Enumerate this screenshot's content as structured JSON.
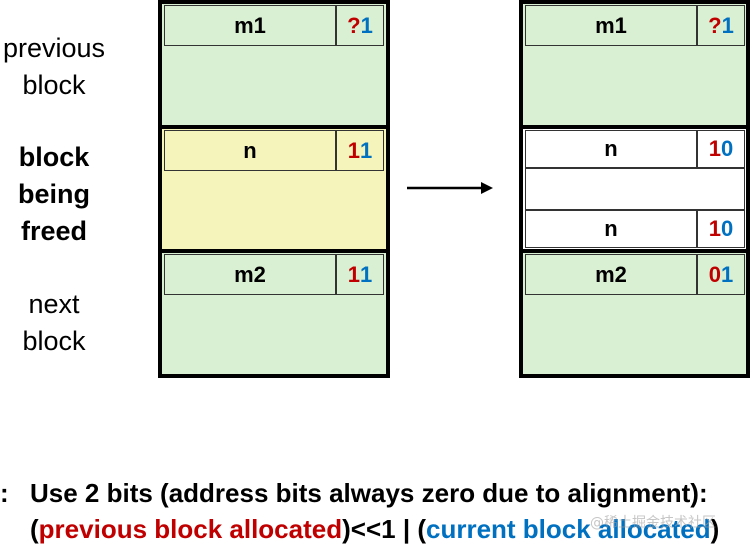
{
  "side_labels": {
    "previous": [
      "previous",
      "block"
    ],
    "freed": [
      "block",
      "being",
      "freed"
    ],
    "next": [
      "next",
      "block"
    ]
  },
  "left": {
    "m1": {
      "label": "m1",
      "bit_prev": "?",
      "bit_cur": "1"
    },
    "n": {
      "label": "n",
      "bit_prev": "1",
      "bit_cur": "1"
    },
    "m2": {
      "label": "m2",
      "bit_prev": "1",
      "bit_cur": "1"
    }
  },
  "right": {
    "m1": {
      "label": "m1",
      "bit_prev": "?",
      "bit_cur": "1"
    },
    "n_header": {
      "label": "n",
      "bit_prev": "1",
      "bit_cur": "0"
    },
    "n_footer": {
      "label": "n",
      "bit_prev": "1",
      "bit_cur": "0"
    },
    "m2": {
      "label": "m2",
      "bit_prev": "0",
      "bit_cur": "1"
    }
  },
  "bottom": {
    "line1_prefix": ":",
    "line1_text": "Use 2 bits (address bits always zero due to alignment):",
    "line2_open": "(",
    "line2_prev": "previous block allocated",
    "line2_mid": ")<<1 | (",
    "line2_cur": "current block allocated",
    "line2_close": ")"
  },
  "watermark": "@稀土掘金技术社区",
  "colors": {
    "green": "#d9f0d3",
    "yellow": "#f5f4bb",
    "red": "#c00000",
    "blue": "#0070c0"
  }
}
